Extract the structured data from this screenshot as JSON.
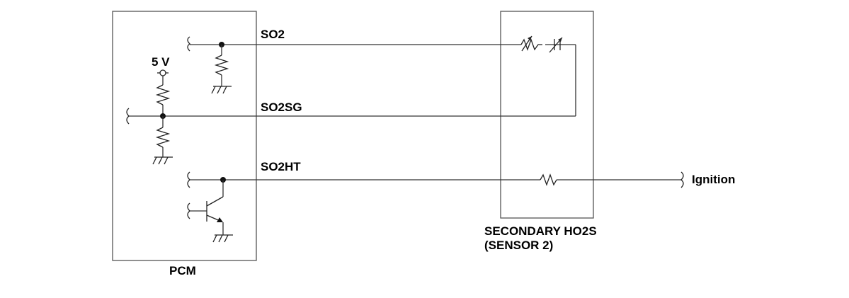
{
  "diagram": {
    "pcm_label": "PCM",
    "sensor_label_line1": "SECONDARY HO2S",
    "sensor_label_line2": "(SENSOR 2)",
    "voltage_label": "5 V",
    "signal_so2": "SO2",
    "signal_so2sg": "SO2SG",
    "signal_so2ht": "SO2HT",
    "ignition_label": "Ignition"
  }
}
